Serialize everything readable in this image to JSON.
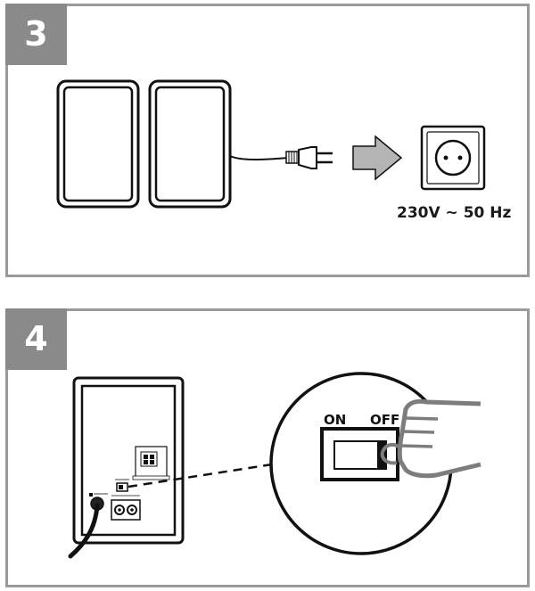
{
  "steps": [
    {
      "number": "3",
      "power_spec": "230V ~ 50 Hz"
    },
    {
      "number": "4",
      "switch_on_label": "ON",
      "switch_off_label": "OFF"
    }
  ],
  "colors": {
    "frame": "#9a9a9a",
    "badge": "#8a8a8a",
    "arrow": "#b4b4b4",
    "ink": "#111111"
  }
}
